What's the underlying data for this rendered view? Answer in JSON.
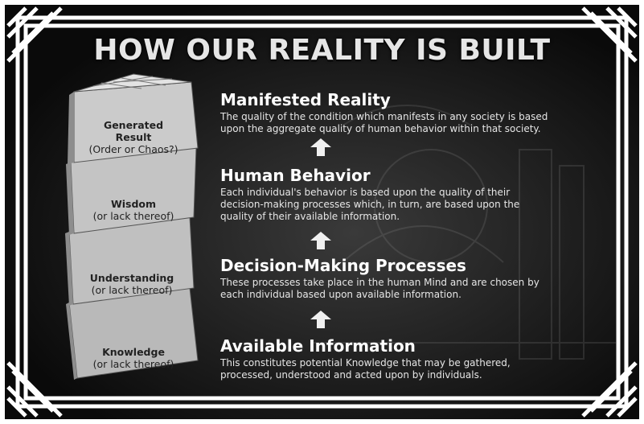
{
  "title": "HOW OUR REALITY IS BUILT",
  "colors": {
    "frame": "#0a0a0a",
    "border_knot": "#ffffff",
    "text": "#ffffff",
    "cube_face": "#c4c4c4",
    "cube_side": "#8d8d8d"
  },
  "sections": [
    {
      "heading": "Manifested Reality",
      "body_lines": [
        "The quality of the condition which manifests in any society is based",
        "upon the aggregate quality of human behavior within that society."
      ]
    },
    {
      "heading": "Human Behavior",
      "body_lines": [
        "Each individual's behavior is based upon the quality of their",
        "decision-making processes which, in turn, are based upon the",
        "quality of their available information."
      ]
    },
    {
      "heading": "Decision-Making Processes",
      "body_lines": [
        "These processes take place in the human Mind and are chosen by",
        "each individual based upon available information."
      ]
    },
    {
      "heading": "Available Information",
      "body_lines": [
        "This constitutes potential Knowledge that may be gathered,",
        "processed, understood and acted upon by individuals."
      ]
    }
  ],
  "cubes": [
    {
      "line1": "Generated",
      "line2": "Result",
      "line3": "(Order or Chaos?)"
    },
    {
      "line1": "Wisdom",
      "line2": "(or lack thereof)"
    },
    {
      "line1": "Understanding",
      "line2": "(or lack thereof)"
    },
    {
      "line1": "Knowledge",
      "line2": "(or lack thereof)"
    }
  ],
  "arrow_icon": "up-arrow-icon",
  "border_icon": "celtic-knot-border"
}
